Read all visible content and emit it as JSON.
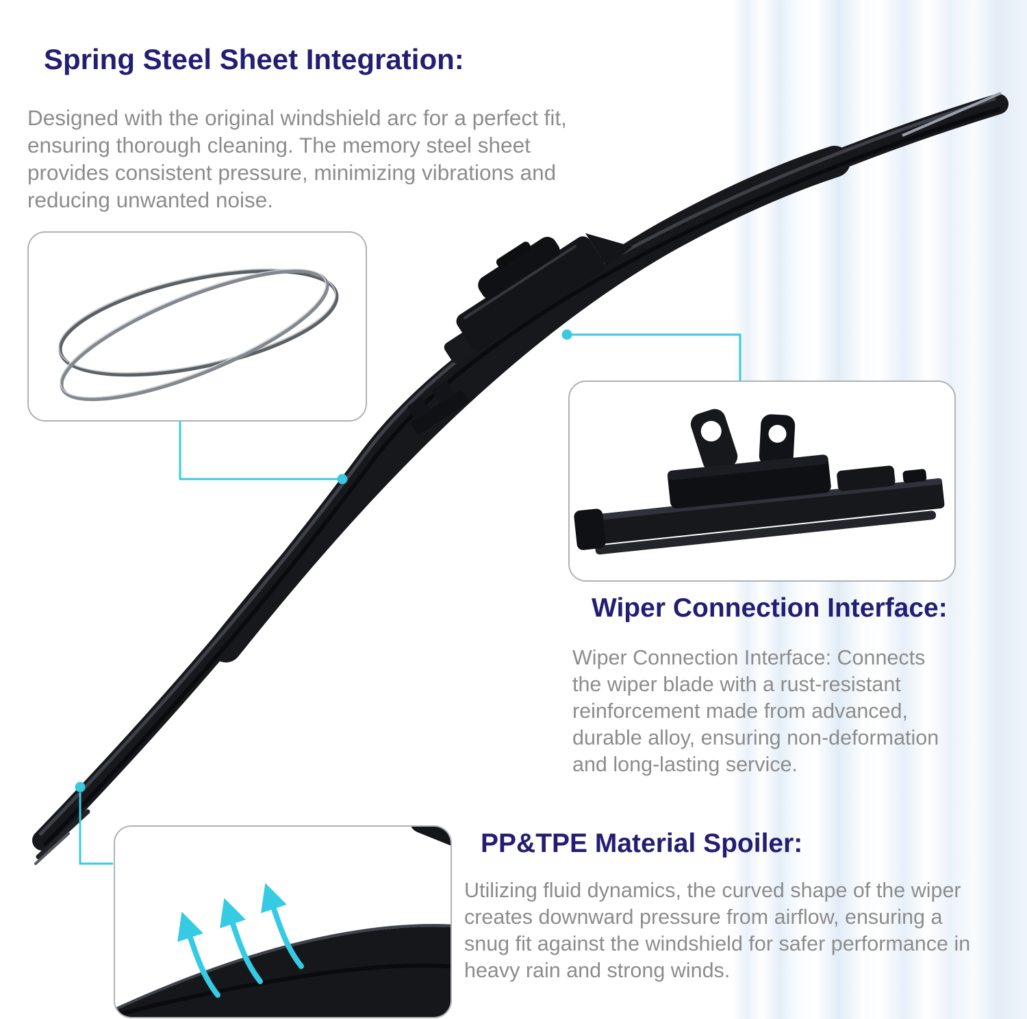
{
  "colors": {
    "title_navy": "#231d73",
    "body_gray": "#8c8c8c",
    "accent_cyan": "#3bc8e0",
    "blade_black": "#17181c",
    "box_border_gray": "#aeb2b6",
    "streak_blue": "#cfe0f0"
  },
  "sections": {
    "spring_steel": {
      "title": "Spring Steel Sheet Integration:",
      "body": "Designed with the original windshield arc for a perfect fit, ensuring thorough cleaning. The memory steel sheet provides consistent pressure, minimizing vibrations and reducing unwanted noise."
    },
    "connection": {
      "title": "Wiper Connection Interface:",
      "body": "Wiper Connection Interface: Connects the wiper blade with a rust-resistant reinforcement made from advanced, durable alloy, ensuring non-deformation and long-lasting service."
    },
    "spoiler": {
      "title": "PP&TPE Material Spoiler:",
      "body": "Utilizing fluid dynamics, the curved shape of the wiper creates downward pressure from airflow, ensuring a snug fit against the windshield for safer performance in heavy rain and strong winds."
    }
  },
  "icons": {
    "spring_steel_sheets": "spring-steel-sheets-icon",
    "connection_interface": "connection-interface-icon",
    "spoiler_airflow": "airflow-arrows-icon",
    "wiper_blade": "wiper-blade-illustration"
  }
}
